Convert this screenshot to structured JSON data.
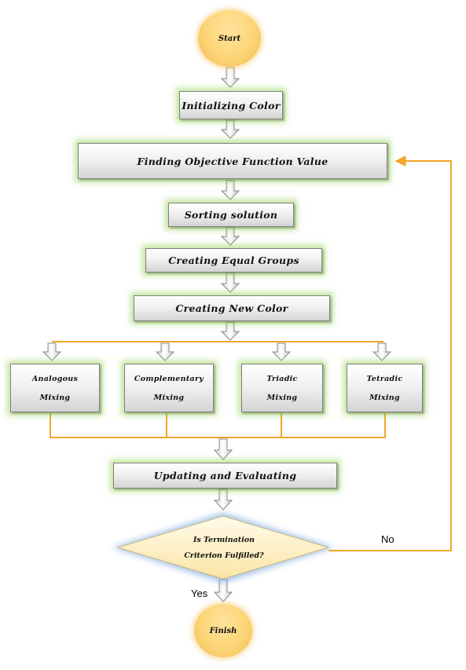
{
  "flowchart": {
    "start": "Start",
    "initializing": "Initializing Color",
    "objective": "Finding Objective Function Value",
    "sorting": "Sorting solution",
    "groups": "Creating Equal Groups",
    "new_color": "Creating New Color",
    "mixing": [
      {
        "line1": "Analogous",
        "line2": "Mixing"
      },
      {
        "line1": "Complementary",
        "line2": "Mixing"
      },
      {
        "line1": "Triadic",
        "line2": "Mixing"
      },
      {
        "line1": "Tetradic",
        "line2": "Mixing"
      }
    ],
    "updating": "Updating and Evaluating",
    "decision": {
      "line1": "Is Termination",
      "line2": "Criterion Fulfilled?"
    },
    "no_label": "No",
    "yes_label": "Yes",
    "finish": "Finish"
  },
  "colors": {
    "connector": "#f0a628",
    "glow": "#92d050",
    "oval": "#fcd577",
    "decision_fill": "#fff2c2",
    "decision_glow": "#8db4e2"
  }
}
